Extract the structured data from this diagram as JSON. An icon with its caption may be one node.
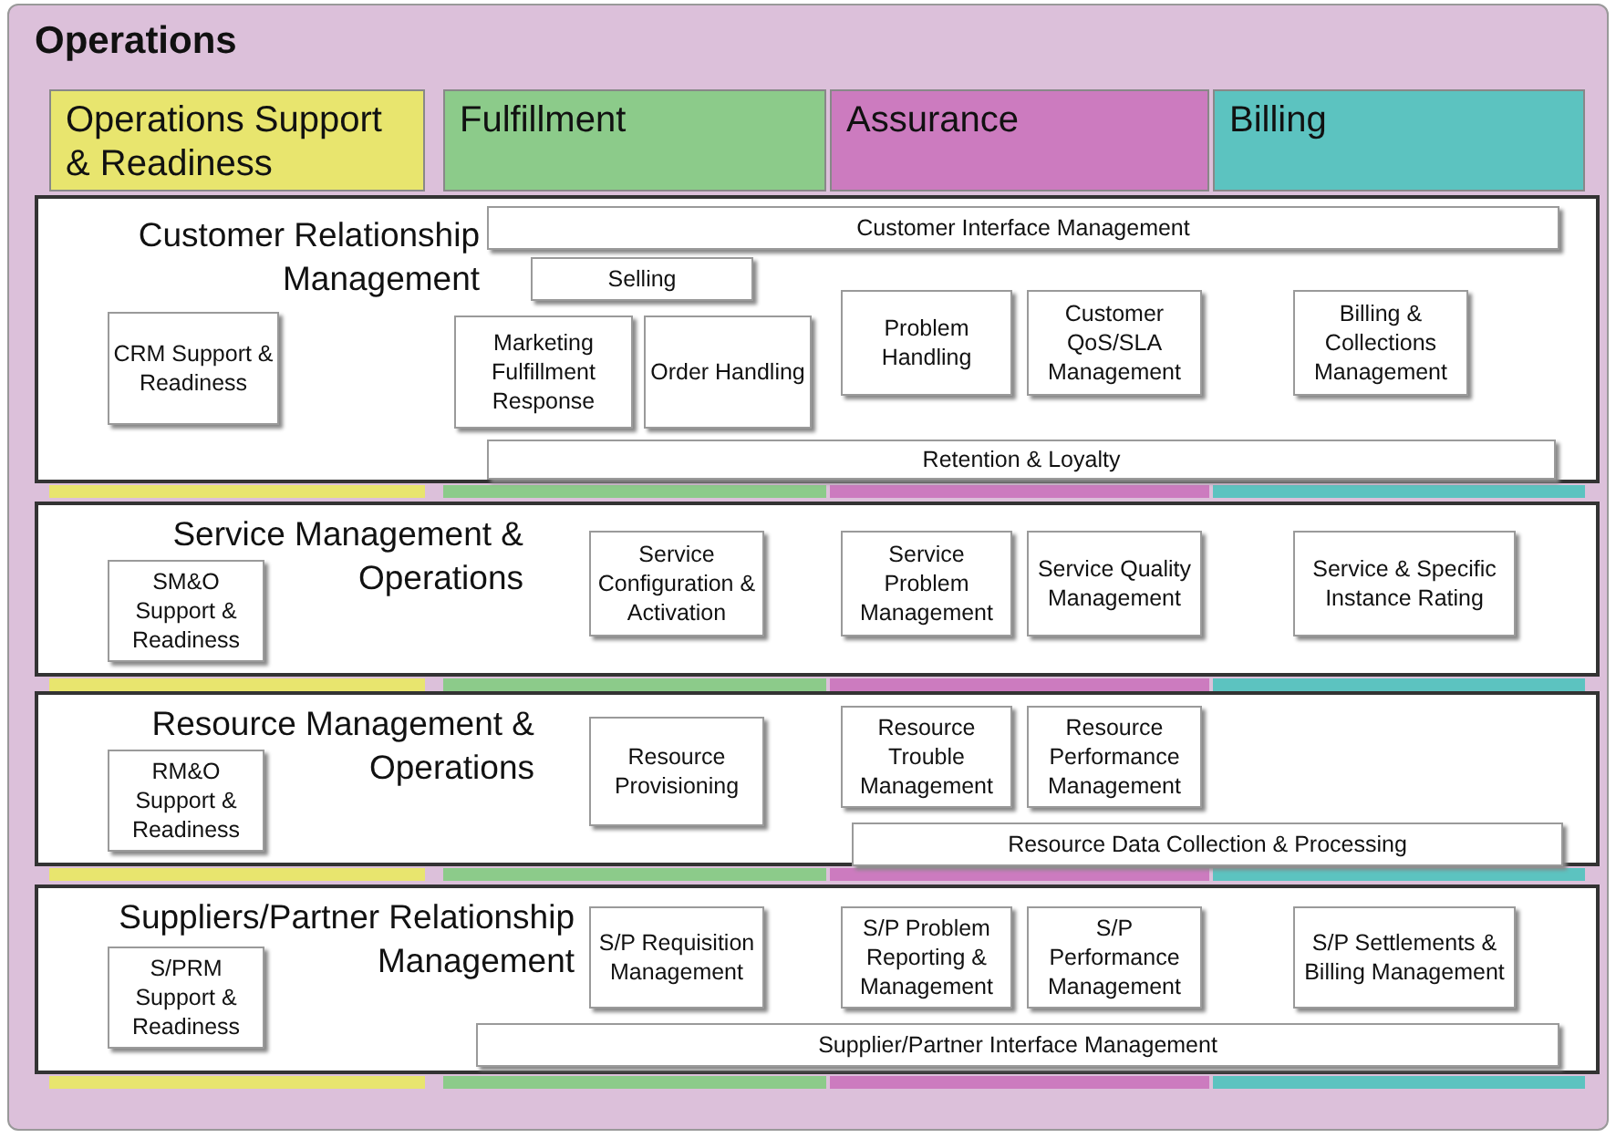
{
  "diagram": {
    "nodes": [
      {
        "text": [
          "Operations"
        ]
      },
      {
        "text": [
          "Operations Support & Readiness"
        ],
        "in": 0
      },
      {
        "text": [
          "Fulfillment"
        ],
        "in": 0
      },
      {
        "text": [
          "Assurance"
        ],
        "in": 0
      },
      {
        "text": [
          "Billing"
        ],
        "in": 0
      },
      {
        "text": [
          "Customer Relationship Management"
        ],
        "in": 0
      },
      {
        "text": [
          "Customer Interface Management"
        ],
        "in": 5
      },
      {
        "text": [
          "Selling"
        ],
        "in": 5
      },
      {
        "text": [
          "CRM Support & Readiness"
        ],
        "in": 5
      },
      {
        "text": [
          "Marketing Fulfillment Response"
        ],
        "in": 5
      },
      {
        "text": [
          "Order Handling"
        ],
        "in": 5
      },
      {
        "text": [
          "Problem Handling"
        ],
        "in": 5
      },
      {
        "text": [
          "Customer QoS/SLA Management"
        ],
        "in": 5
      },
      {
        "text": [
          "Billing & Collections Management"
        ],
        "in": 5
      },
      {
        "text": [
          "Retention & Loyalty"
        ],
        "in": 5
      },
      {
        "text": [
          "Service Management & Operations"
        ],
        "in": 0
      },
      {
        "text": [
          "SM&O Support & Readiness"
        ],
        "in": 15
      },
      {
        "text": [
          "Service Configuration & Activation"
        ],
        "in": 15
      },
      {
        "text": [
          "Service Problem Management"
        ],
        "in": 15
      },
      {
        "text": [
          "Service Quality Management"
        ],
        "in": 15
      },
      {
        "text": [
          "Service & Specific Instance Rating"
        ],
        "in": 15
      },
      {
        "text": [
          "Resource Management & Operations"
        ],
        "in": 0
      },
      {
        "text": [
          "RM&O Support & Readiness"
        ],
        "in": 21
      },
      {
        "text": [
          "Resource Provisioning"
        ],
        "in": 21
      },
      {
        "text": [
          "Resource Trouble Management"
        ],
        "in": 21
      },
      {
        "text": [
          "Resource Performance Management"
        ],
        "in": 21
      },
      {
        "text": [
          "Resource Data Collection & Processing"
        ],
        "in": 21
      },
      {
        "text": [
          "Suppliers/Partner Relationship Management"
        ],
        "in": 0
      },
      {
        "text": [
          "S/PRM Support & Readiness"
        ],
        "in": 27
      },
      {
        "text": [
          "S/P Requisition Management"
        ],
        "in": 27
      },
      {
        "text": [
          "S/P Problem Reporting & Management"
        ],
        "in": 27
      },
      {
        "text": [
          "S/P Performance Management"
        ],
        "in": 27
      },
      {
        "text": [
          "S/P Settlements & Billing Management"
        ],
        "in": 27
      },
      {
        "text": [
          "Supplier/Partner Interface Management"
        ],
        "in": 27
      }
    ],
    "edges": []
  }
}
